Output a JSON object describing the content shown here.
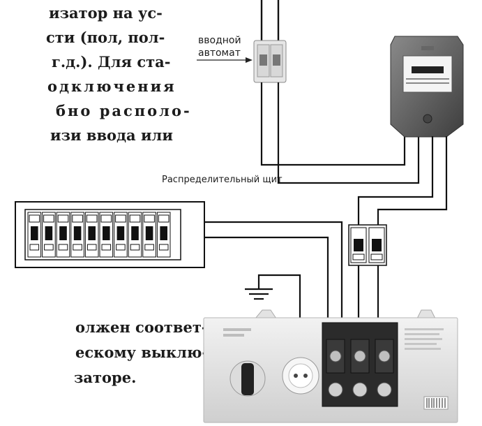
{
  "book_text": {
    "top_lines": [
      "изатор на ус-",
      "сти (пол, пол-",
      "г.д.). Для ста-",
      "одключения",
      "бно располо-",
      "изи ввода или"
    ],
    "bottom_lines": [
      "олжен соответ-",
      "ескому выклю-",
      "заторе."
    ]
  },
  "labels": {
    "input_breaker_line1": "вводной",
    "input_breaker_line2": "автомат",
    "distribution_panel": "Распределительный  щит"
  },
  "devices": {
    "meter": "electricity-meter",
    "stabilizer": "voltage-stabilizer",
    "ground": "ground-symbol"
  }
}
